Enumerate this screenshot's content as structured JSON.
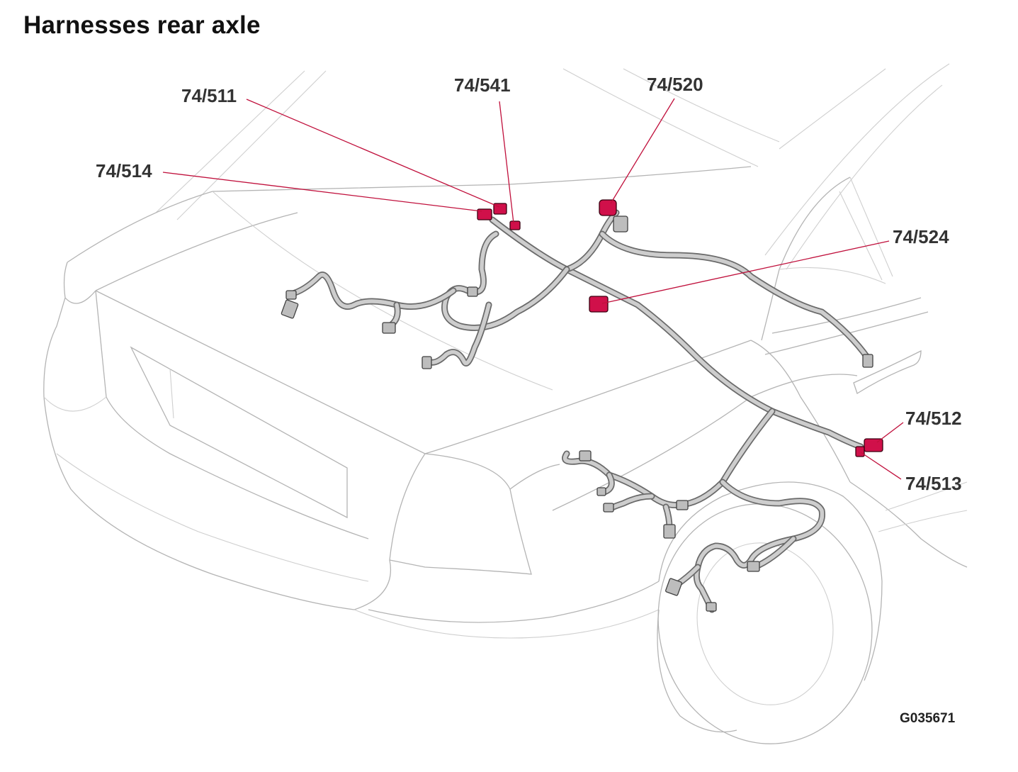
{
  "title": "Harnesses rear axle",
  "reference_code": "G035671",
  "callouts": [
    {
      "id": "c511",
      "label": "74/511"
    },
    {
      "id": "c541",
      "label": "74/541"
    },
    {
      "id": "c520",
      "label": "74/520"
    },
    {
      "id": "c514",
      "label": "74/514"
    },
    {
      "id": "c524",
      "label": "74/524"
    },
    {
      "id": "c512",
      "label": "74/512"
    },
    {
      "id": "c513",
      "label": "74/513"
    }
  ],
  "colors": {
    "highlight_connector": "#d0104a",
    "leader_line": "#c0103c",
    "harness": "#cdcdcd",
    "car_outline": "#b4b4b4"
  }
}
